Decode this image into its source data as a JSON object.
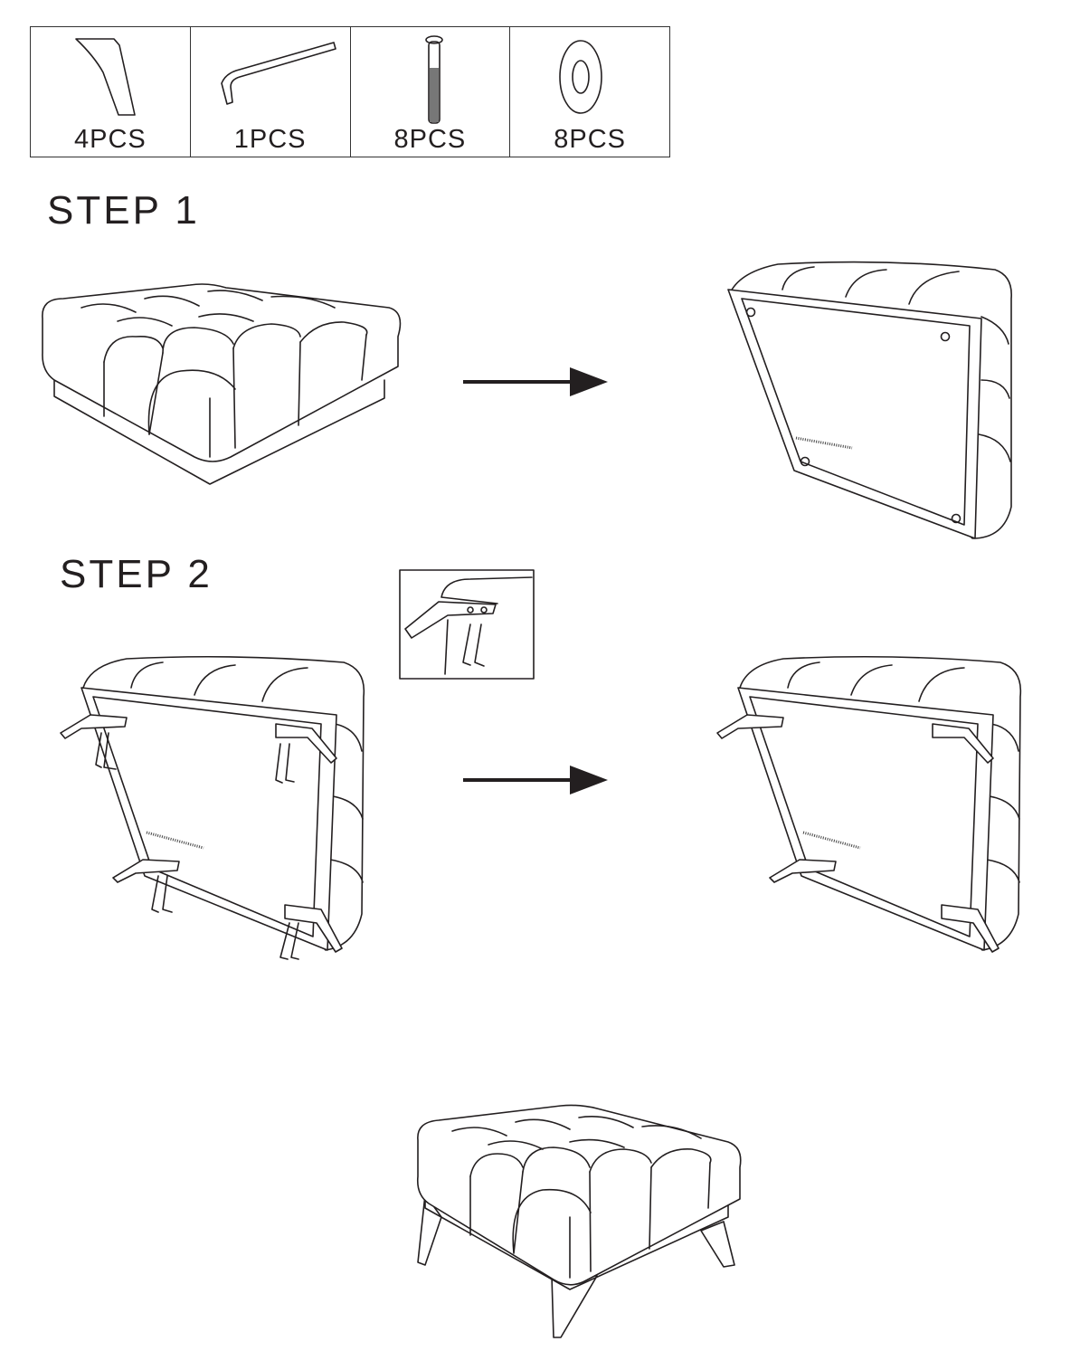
{
  "parts": [
    {
      "icon": "leg-icon",
      "quantity": "4PCS"
    },
    {
      "icon": "hex-key-icon",
      "quantity": "1PCS"
    },
    {
      "icon": "bolt-icon",
      "quantity": "8PCS"
    },
    {
      "icon": "washer-icon",
      "quantity": "8PCS"
    }
  ],
  "steps": [
    {
      "label": "STEP 1"
    },
    {
      "label": "STEP 2"
    }
  ]
}
